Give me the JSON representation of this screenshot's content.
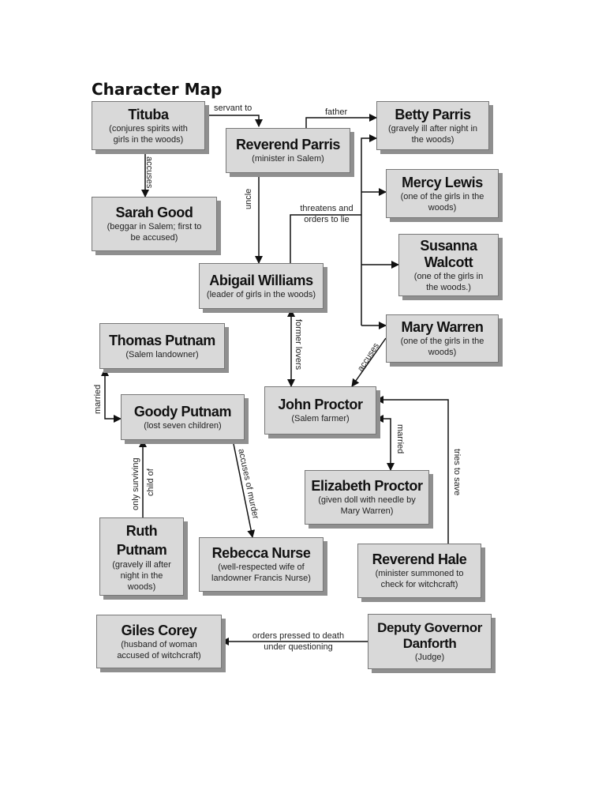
{
  "title": "Character Map",
  "nodes": {
    "tituba": {
      "name": "Tituba",
      "desc": "(conjures spirits with girls in the woods)"
    },
    "parris": {
      "name": "Reverend Parris",
      "desc": "(minister in Salem)"
    },
    "betty": {
      "name": "Betty Parris",
      "desc": "(gravely ill after night in the woods)"
    },
    "sarah": {
      "name": "Sarah Good",
      "desc": "(beggar in Salem; first to be accused)"
    },
    "mercy": {
      "name": "Mercy Lewis",
      "desc": "(one of the girls in the woods)"
    },
    "susanna": {
      "name": "Susanna Walcott",
      "desc": "(one of the girls in the woods.)"
    },
    "abigail": {
      "name": "Abigail Williams",
      "desc": "(leader of girls in the woods)"
    },
    "mary": {
      "name": "Mary Warren",
      "desc": "(one of the girls in the woods)"
    },
    "thomas": {
      "name": "Thomas Putnam",
      "desc": "(Salem landowner)"
    },
    "goody": {
      "name": "Goody Putnam",
      "desc": "(lost seven children)"
    },
    "john": {
      "name": "John Proctor",
      "desc": "(Salem farmer)"
    },
    "elizabeth": {
      "name": "Elizabeth Proctor",
      "desc": "(given doll with needle by Mary Warren)"
    },
    "ruth": {
      "name": "Ruth Putnam",
      "desc": "(gravely ill after night in the woods)"
    },
    "rebecca": {
      "name": "Rebecca Nurse",
      "desc": "(well-respected wife of landowner Francis Nurse)"
    },
    "hale": {
      "name": "Reverend Hale",
      "desc": "(minister summoned to check for witchcraft)"
    },
    "giles": {
      "name": "Giles Corey",
      "desc": "(husband of woman accused of witchcraft)"
    },
    "danforth": {
      "name": "Deputy Governor Danforth",
      "desc": "(Judge)"
    }
  },
  "relations": {
    "servant_to": "servant to",
    "father": "father",
    "accuses_tituba": "accuses",
    "uncle": "uncle",
    "threatens": "threatens and orders to lie",
    "former_lovers": "former lovers",
    "accuses_mary": "accuses",
    "married_putnam": "married",
    "married_proctor": "married",
    "only_surviving": "only surviving",
    "child_of": "child of",
    "accuses_murder": "accuses of murder",
    "tries_to_save": "tries to save",
    "orders_pressed": "orders pressed to death under questioning"
  },
  "colors": {
    "box": "#d9d9d9",
    "shadow": "#8f8f8f",
    "line": "#111111"
  }
}
